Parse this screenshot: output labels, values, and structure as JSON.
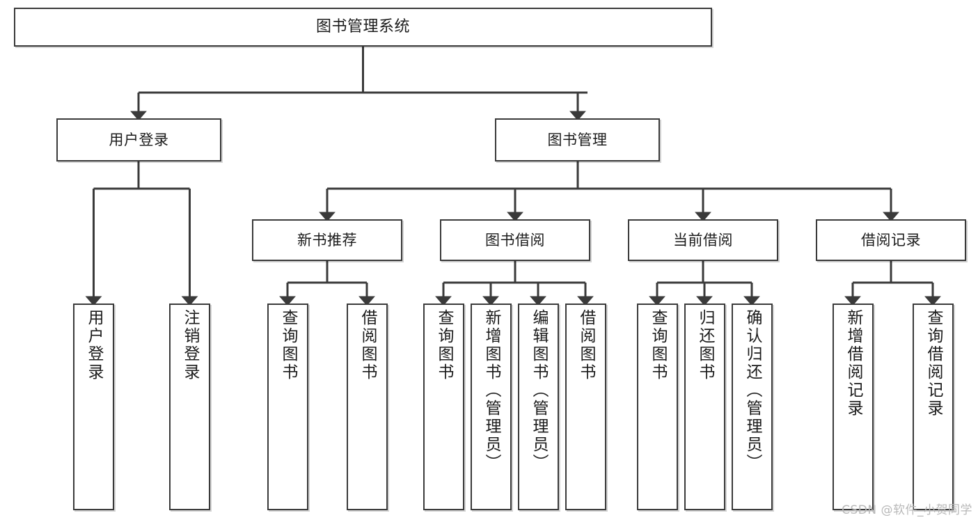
{
  "diagram": {
    "type": "tree",
    "title": "图书管理系统",
    "watermark": "CSDN @软件_小贺同学",
    "colors": {
      "box_border": "#3a3a3a",
      "box_fill": "#ffffff",
      "line": "#3a3a3a",
      "text": "#1b1b1b",
      "watermark": "#b8b8b8"
    },
    "nodes": {
      "root": {
        "label": "图书管理系统"
      },
      "level2": [
        {
          "id": "user-login",
          "label": "用户登录"
        },
        {
          "id": "book-manage",
          "label": "图书管理"
        }
      ],
      "level3": [
        {
          "id": "new-book-recommend",
          "label": "新书推荐"
        },
        {
          "id": "book-borrow",
          "label": "图书借阅"
        },
        {
          "id": "current-borrow",
          "label": "当前借阅"
        },
        {
          "id": "borrow-record",
          "label": "借阅记录"
        }
      ],
      "leaves": {
        "user-login": [
          {
            "id": "leaf-user-login",
            "label": "用户登录"
          },
          {
            "id": "leaf-logout",
            "label": "注销登录"
          }
        ],
        "new-book-recommend": [
          {
            "id": "leaf-query-book-1",
            "label": "查询图书"
          },
          {
            "id": "leaf-borrow-book-1",
            "label": "借阅图书"
          }
        ],
        "book-borrow": [
          {
            "id": "leaf-query-book-2",
            "label": "查询图书"
          },
          {
            "id": "leaf-add-book",
            "label": "新增图书（管理员）"
          },
          {
            "id": "leaf-edit-book",
            "label": "编辑图书（管理员）"
          },
          {
            "id": "leaf-borrow-book-2",
            "label": "借阅图书"
          }
        ],
        "current-borrow": [
          {
            "id": "leaf-query-book-3",
            "label": "查询图书"
          },
          {
            "id": "leaf-return-book",
            "label": "归还图书"
          },
          {
            "id": "leaf-confirm-return",
            "label": "确认归还（管理员）"
          }
        ],
        "borrow-record": [
          {
            "id": "leaf-add-record",
            "label": "新增借阅记录"
          },
          {
            "id": "leaf-query-record",
            "label": "查询借阅记录"
          }
        ]
      }
    }
  }
}
